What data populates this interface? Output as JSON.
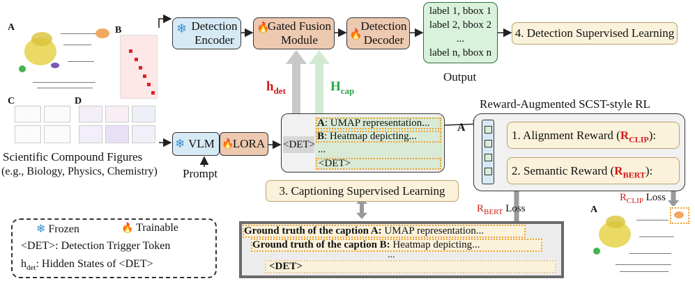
{
  "colors": {
    "frozen_fill": "#d6eaf5",
    "trainable_fill": "#edc9b0",
    "output_fill": "#d9f2dc",
    "output_border": "#2e6e3a",
    "supervised_fill": "#fbf2dc",
    "supervised_border": "#b9a26a",
    "red": "#d41818",
    "green": "#2aa44a",
    "orange_dash": "#f0a030",
    "gray_arrow": "#a0a0a0",
    "green_arrow": "#cfe8cf"
  },
  "icons": {
    "frozen": "snowflake-icon",
    "trainable": "fire-icon"
  },
  "figure": {
    "panel_labels": [
      "A",
      "B",
      "C",
      "D"
    ],
    "caption_line1": "Scientific Compound Figures",
    "caption_line2": "(e.g., Biology, Physics, Chemistry)"
  },
  "modules": {
    "detection_encoder": "Detection Encoder",
    "gated_fusion": "Gated Fusion Module",
    "detection_decoder": "Detection Decoder",
    "vlm": "VLM",
    "lora": "LORA",
    "det_token": "<DET>",
    "prompt": "Prompt"
  },
  "output": {
    "rows": [
      "label 1, bbox 1",
      "label 2, bbox 2",
      "...",
      "label n, bbox n"
    ],
    "label": "Output"
  },
  "detection_sl": "4. Detection Supervised Learning",
  "hidden": {
    "h_main": "h",
    "h_sub": "det",
    "H_main": "H",
    "H_sub": "cap"
  },
  "captions": {
    "a_label": "A",
    "a_text": ": UMAP representation...",
    "b_label": "B",
    "b_text": ": Heatmap depicting...",
    "ellipsis": "...",
    "det": "<DET>"
  },
  "arrow_label_a": "A",
  "rl": {
    "title": "Reward-Augmented SCST-style RL",
    "alignment_prefix": "1. Alignment Reward (",
    "alignment_r": "R",
    "alignment_sub": "CLIP",
    "alignment_suffix": "):",
    "semantic_prefix": "2. Semantic Reward (",
    "semantic_r": "R",
    "semantic_sub": "BERT",
    "semantic_suffix": "):"
  },
  "captioning_sl": "3. Captioning Supervised Learning",
  "loss_bert": {
    "r": "R",
    "sub": "BERT",
    "word": " Loss"
  },
  "loss_clip": {
    "r": "R",
    "sub": "CLIP",
    "word": " Loss"
  },
  "ground_truth": {
    "a_bold": "Ground truth of the caption A:",
    "a_text": " UMAP representation...",
    "b_bold": "Ground truth of the caption B:",
    "b_text": " Heatmap depicting...",
    "ellipsis": "...",
    "det": "<DET>"
  },
  "legend": {
    "frozen": "Frozen",
    "trainable": "Trainable",
    "det_line": "<DET>:  Detection Trigger Token",
    "hdet_main": "h",
    "hdet_sub": "det",
    "hdet_rest": ": Hidden States of <DET>"
  },
  "result_panel_label": "A"
}
